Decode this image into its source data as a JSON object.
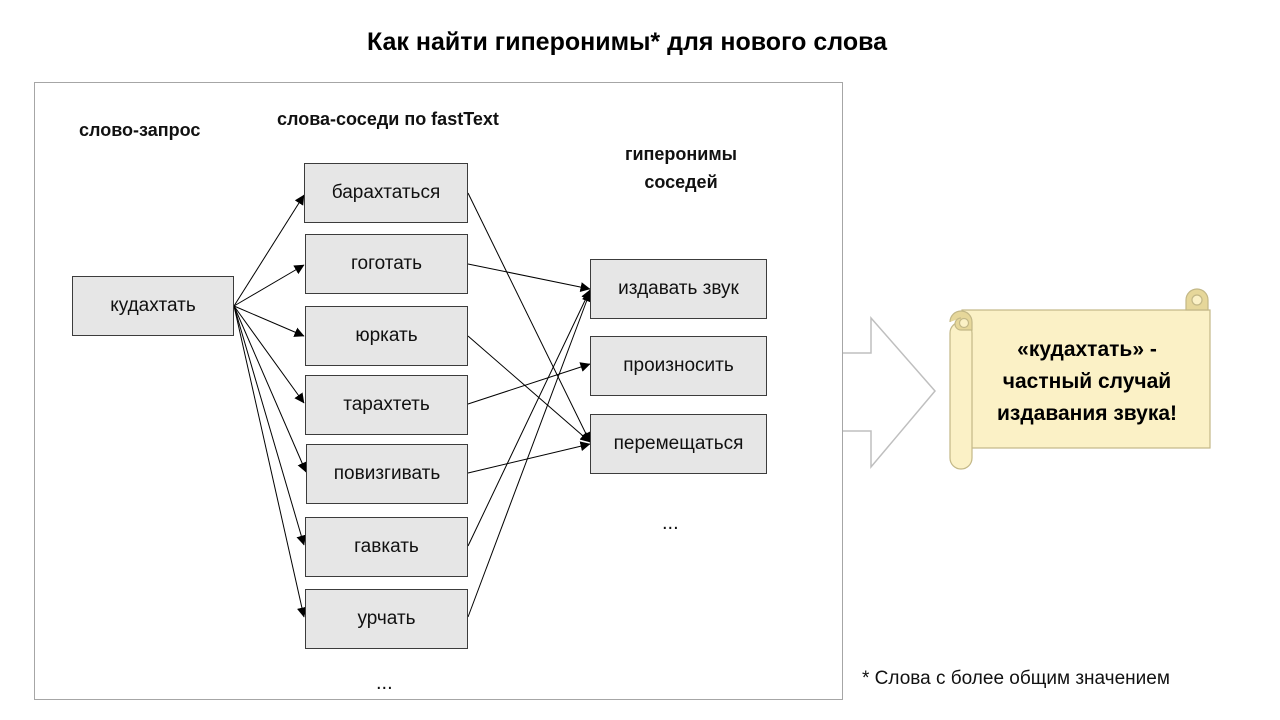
{
  "title": "Как найти гиперонимы* для нового слова",
  "columns": {
    "query": "слово-запрос",
    "neighbors": "слова-соседи по fastText",
    "hypernyms_line1": "гиперонимы",
    "hypernyms_line2": "соседей"
  },
  "query_word": "кудахтать",
  "neighbors": [
    "барахтаться",
    "гоготать",
    "юркать",
    "тарахтеть",
    "повизгивать",
    "гавкать",
    "урчать"
  ],
  "neighbors_more": "...",
  "hypernyms": [
    "издавать звук",
    "произносить",
    "перемещаться"
  ],
  "hypernyms_more": "...",
  "links": [
    {
      "from": "барахтаться",
      "to": "перемещаться"
    },
    {
      "from": "гоготать",
      "to": "издавать звук"
    },
    {
      "from": "юркать",
      "to": "перемещаться"
    },
    {
      "from": "тарахтеть",
      "to": "произносить"
    },
    {
      "from": "повизгивать",
      "to": "перемещаться"
    },
    {
      "from": "гавкать",
      "to": "издавать звук"
    },
    {
      "from": "урчать",
      "to": "издавать звук"
    }
  ],
  "conclusion": {
    "line1": "«кудахтать» -",
    "line2": "частный случай",
    "line3": "издавания звука!"
  },
  "footnote": "* Слова с более общим значением",
  "colors": {
    "box_fill": "#e6e6e6",
    "scroll_fill": "#fbf1c6",
    "scroll_shade": "#e6d79a",
    "scroll_stroke": "#c3b887",
    "arrow_stroke": "#bfbfbf"
  }
}
